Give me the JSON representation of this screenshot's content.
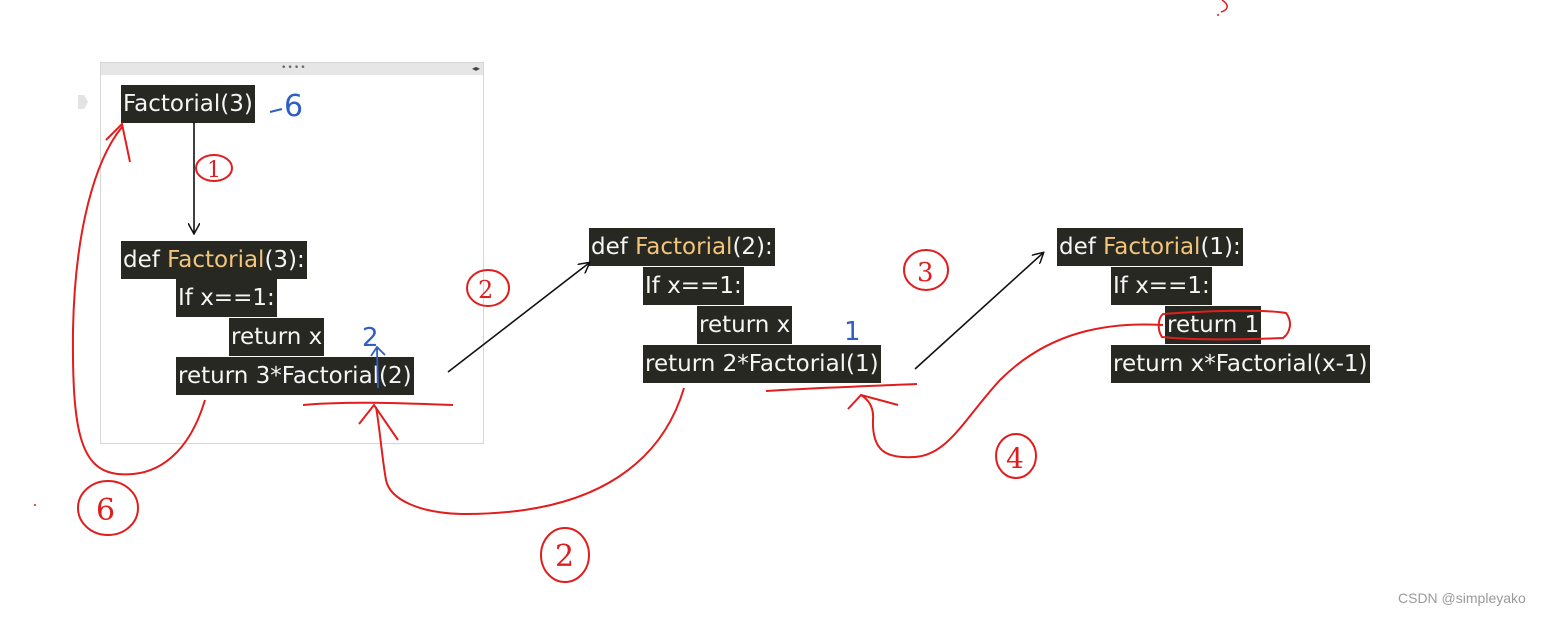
{
  "colors": {
    "code_background": "#272822",
    "code_text": "#f5f5f5",
    "function_name": "#f3c57a",
    "red_annotation": "#e11d1d",
    "blue_annotation": "#2f5fc4",
    "panel_border": "#d6d6d6"
  },
  "panel": {
    "grip_icon": "drag-grip-icon",
    "scroll_arrows": "◂▸"
  },
  "call": {
    "text": "Factorial(3)"
  },
  "frame1": {
    "def_kw": "def ",
    "fn_name": "Factorial",
    "def_args": "(3):",
    "if_line": "If x==1:",
    "return_x": "return x",
    "return_rec": "return 3*Factorial(2)"
  },
  "frame2": {
    "def_kw": "def ",
    "fn_name": "Factorial",
    "def_args": "(2):",
    "if_line": "If x==1:",
    "return_x": "return x",
    "return_rec": "return 2*Factorial(1)"
  },
  "frame3": {
    "def_kw": "def ",
    "fn_name": "Factorial",
    "def_args": "(1):",
    "if_line": "If x==1:",
    "return_base": "return 1",
    "return_rec": "return x*Factorial(x-1)"
  },
  "annotations": {
    "result_blue": "6",
    "value_two_blue": "2",
    "value_one_blue": "1",
    "step1": "1",
    "step2": "2",
    "step3": "3",
    "step4": "4",
    "step5": "2",
    "step6": "6"
  },
  "watermark": "CSDN @simpleyako"
}
